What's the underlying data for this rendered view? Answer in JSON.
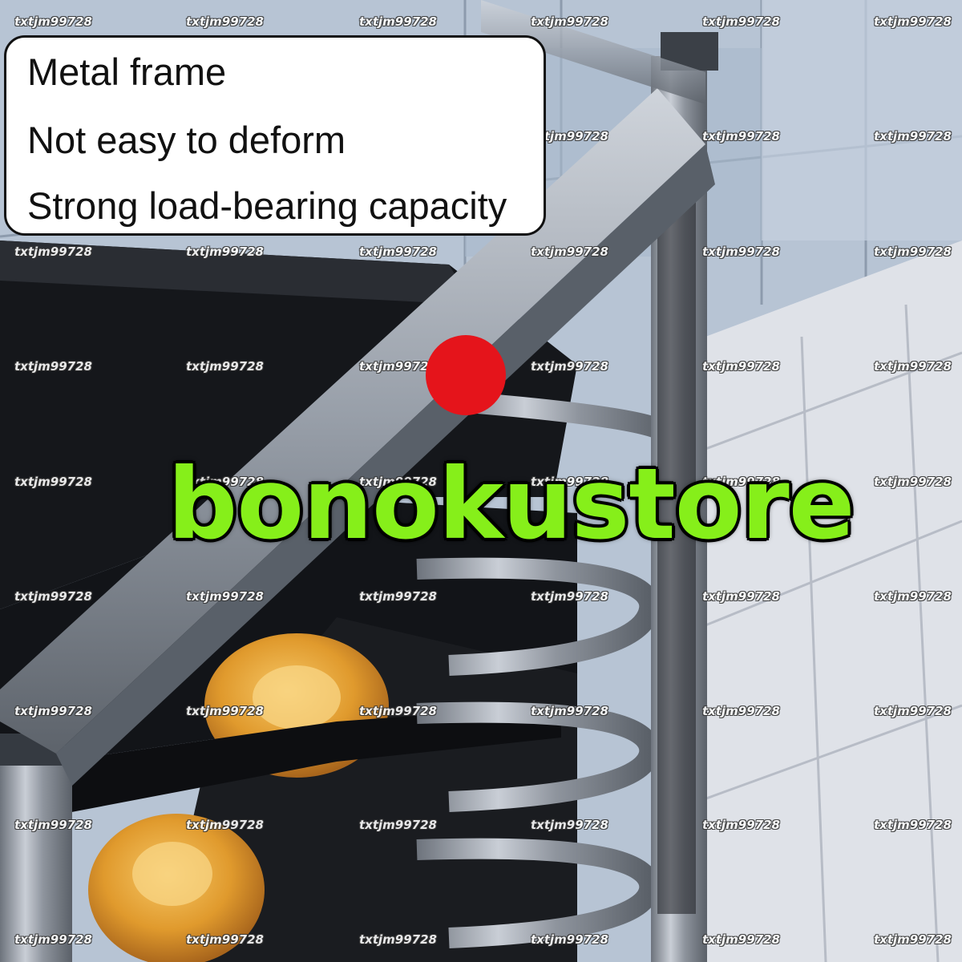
{
  "captions": [
    "Metal frame",
    "Not easy to deform",
    "Strong load-bearing capacity"
  ],
  "brand": "bonokustore",
  "watermark": "txtjm99728",
  "colors": {
    "brand_text": "#86ef1a",
    "dot": "#e5141b",
    "caption_bg": "#ffffff"
  }
}
